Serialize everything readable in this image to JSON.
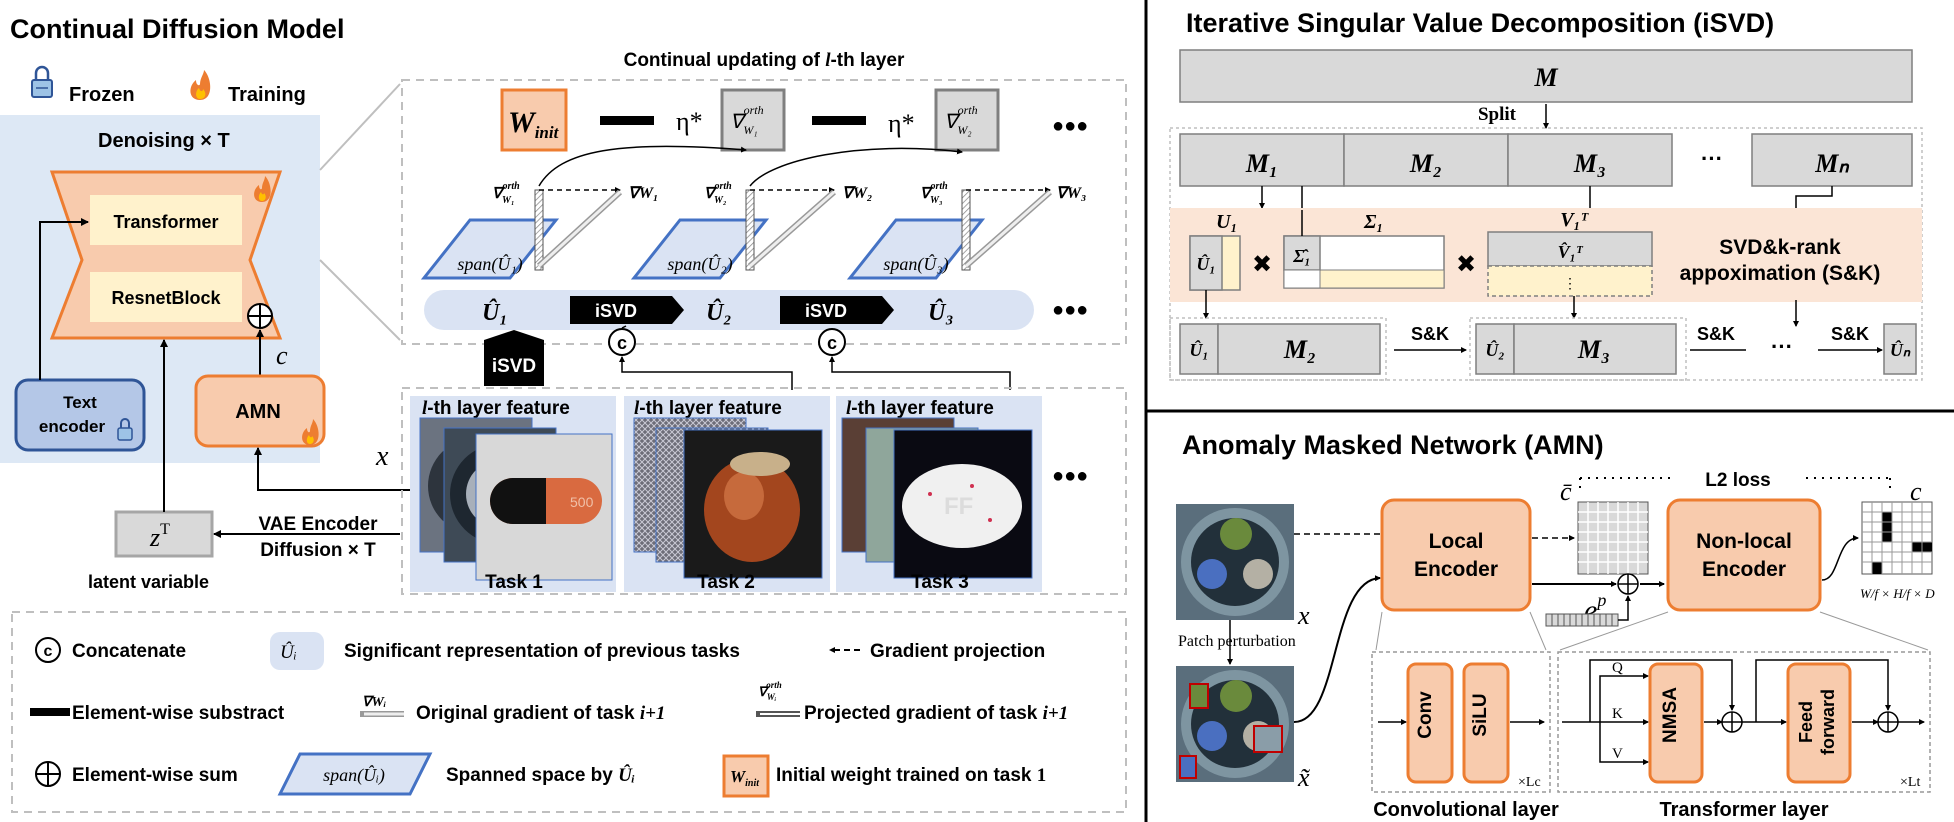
{
  "cdm": {
    "title": "Continual Diffusion Model",
    "frozen_label": "Frozen",
    "training_label": "Training",
    "denoising_label": "Denoising × T",
    "transformer_label": "Transformer",
    "resnet_label": "ResnetBlock",
    "c_symbol": "c",
    "text_encoder_line1": "Text",
    "text_encoder_line2": "encoder",
    "amn_label": "AMN",
    "x_symbol": "x",
    "zt_label": "z",
    "zt_sup": "T",
    "latent_label": "latent variable",
    "vae_line1": "VAE Encoder",
    "vae_line2": "Diffusion × T",
    "update_title_prefix": "Continual updating of ",
    "update_title_l": "l",
    "update_title_suffix": "-th layer",
    "w_init_main": "W",
    "w_init_sub": "init",
    "eta": "η*",
    "ellipsis": "●●●",
    "grad_orth_1": "∇",
    "grad_orth_sub_1": "W₁",
    "grad_orth_sub_2": "W₂",
    "grad_sup": "orth",
    "grad_w1": "∇W₁",
    "grad_w2": "∇W₂",
    "grad_w3": "∇W₃",
    "span_1": "span(Û₁)",
    "span_2": "span(Û₂)",
    "span_3": "span(Û₃)",
    "u_hat_1": "Û₁",
    "u_hat_2": "Û₂",
    "u_hat_3": "Û₃",
    "isvd_label": "iSVD",
    "concat_symbol": "c",
    "layer_feature_suffix": "-th layer feature",
    "task_1": "Task 1",
    "task_2": "Task 2",
    "task_3": "Task 3",
    "pill_text": "500"
  },
  "legend": {
    "concatenate": "Concatenate",
    "u_i": "Ûᵢ",
    "significant": "Significant representation of previous tasks",
    "gradient_projection": "Gradient projection",
    "element_substract": "Element-wise substract",
    "orig_grad": "Original gradient of task ",
    "orig_grad_ital": "i+1",
    "proj_grad": "Projected gradient of task ",
    "proj_grad_ital": "i+1",
    "element_sum": "Element-wise sum",
    "span_i": "span(Ûᵢ)",
    "spanned": "Spanned space by ",
    "spanned_u": "Ûᵢ",
    "initial_weight": "Initial weight trained on task ",
    "initial_weight_num": "1",
    "nabla_wi": "∇Wᵢ",
    "w_init": "W"
  },
  "isvd": {
    "title": "Iterative Singular Value Decomposition (iSVD)",
    "m_label": "M",
    "split_label": "Split",
    "m1": "M₁",
    "m2": "M₂",
    "m3": "M₃",
    "dots": "···",
    "mn": "Mₙ",
    "u1": "U₁",
    "sigma1": "Σ₁",
    "v1t": "V₁ᵀ",
    "u1_hat": "Û₁",
    "sigma1_hat": "Σ̂₁",
    "v1t_hat": "V̂₁ᵀ",
    "times": "✖",
    "svd_line1": "SVD&k-rank",
    "svd_line2": "appoximation (S&K)",
    "bottom_m2": "M₂",
    "bottom_m3": "M₃",
    "u2_hat": "Û₂",
    "un_hat": "Ûₙ",
    "sk": "S&K",
    "vdots": "⋮"
  },
  "amn": {
    "title": "Anomaly Masked Network (AMN)",
    "x_symbol": "x",
    "x_tilde": "x̃",
    "patch_label": "Patch perturbation",
    "local_line1": "Local",
    "local_line2": "Encoder",
    "nonlocal_line1": "Non-local",
    "nonlocal_line2": "Encoder",
    "c_bar": "c̄",
    "c_label": "c",
    "l2_loss": "L2 loss",
    "ep_main": "e",
    "ep_sup": "p",
    "dims": "W/f × H/f × D",
    "conv": "Conv",
    "silu": "SiLU",
    "lc": "×Lc",
    "nmsa": "NMSA",
    "ff_line1": "Feed",
    "ff_line2": "forward",
    "lt": "×Lt",
    "q": "Q",
    "k": "K",
    "v": "V",
    "conv_layer": "Convolutional layer",
    "trans_layer": "Transformer layer"
  },
  "colors": {
    "orange_fill": "#f8cbad",
    "orange_stroke": "#ed7d31",
    "blue_fill": "#dae3f3",
    "blue_stroke": "#4472c4",
    "grey_fill": "#d9d9d9",
    "cream": "#fff2cc",
    "peach": "#fbe5d6",
    "light_bg": "#dde8f5"
  }
}
